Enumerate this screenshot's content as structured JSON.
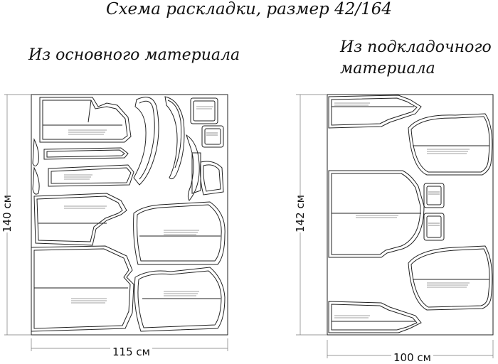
{
  "title": "Схема раскладки, размер 42/164",
  "left_layout": {
    "label": "Из основного материала",
    "width_label": "115 см",
    "height_label": "140 см"
  },
  "right_layout": {
    "label_line1": "Из подкладочного",
    "label_line2": "материала",
    "width_label": "100 см",
    "height_label": "142 см"
  }
}
